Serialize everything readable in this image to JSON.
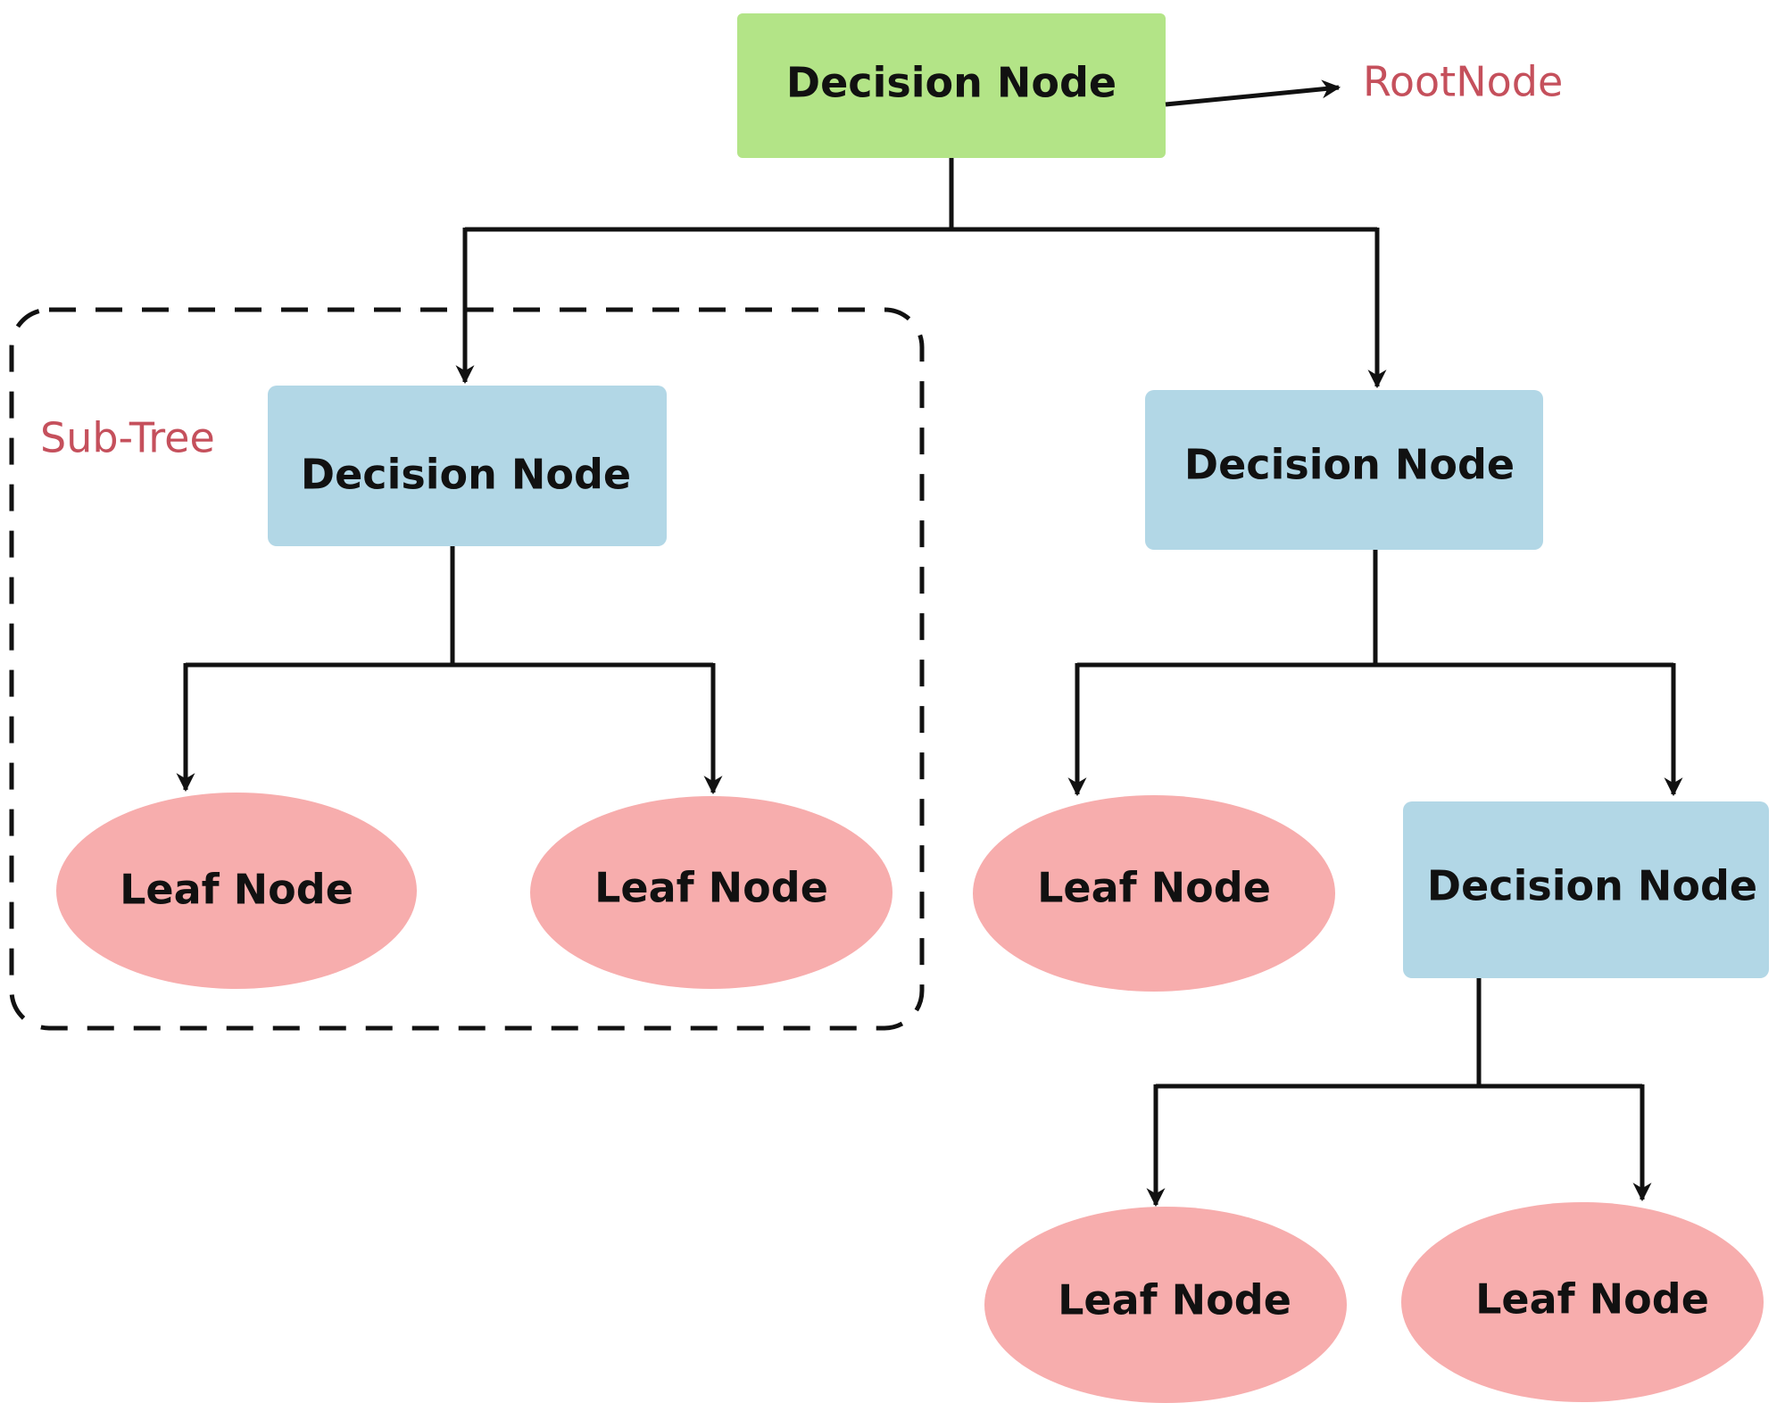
{
  "colors": {
    "root_fill": "#b3e487",
    "decision_fill": "#b2d7e6",
    "leaf_fill": "#f7adad",
    "annotation_text": "#c5505c",
    "line": "#111111"
  },
  "annotations": {
    "root_label": "RootNode",
    "subtree_label": "Sub-Tree"
  },
  "nodes": {
    "root": {
      "type": "decision",
      "label": "Decision Node"
    },
    "left_decision": {
      "type": "decision",
      "label": "Decision Node"
    },
    "right_decision": {
      "type": "decision",
      "label": "Decision Node"
    },
    "lower_right_decision": {
      "type": "decision",
      "label": "Decision Node"
    },
    "leaf_1": {
      "type": "leaf",
      "label": "Leaf Node"
    },
    "leaf_2": {
      "type": "leaf",
      "label": "Leaf Node"
    },
    "leaf_3": {
      "type": "leaf",
      "label": "Leaf Node"
    },
    "leaf_4": {
      "type": "leaf",
      "label": "Leaf Node"
    },
    "leaf_5": {
      "type": "leaf",
      "label": "Leaf Node"
    }
  },
  "edges": [
    {
      "from": "root",
      "to": "left_decision"
    },
    {
      "from": "root",
      "to": "right_decision"
    },
    {
      "from": "left_decision",
      "to": "leaf_1"
    },
    {
      "from": "left_decision",
      "to": "leaf_2"
    },
    {
      "from": "right_decision",
      "to": "leaf_3"
    },
    {
      "from": "right_decision",
      "to": "lower_right_decision"
    },
    {
      "from": "lower_right_decision",
      "to": "leaf_4"
    },
    {
      "from": "lower_right_decision",
      "to": "leaf_5"
    }
  ]
}
